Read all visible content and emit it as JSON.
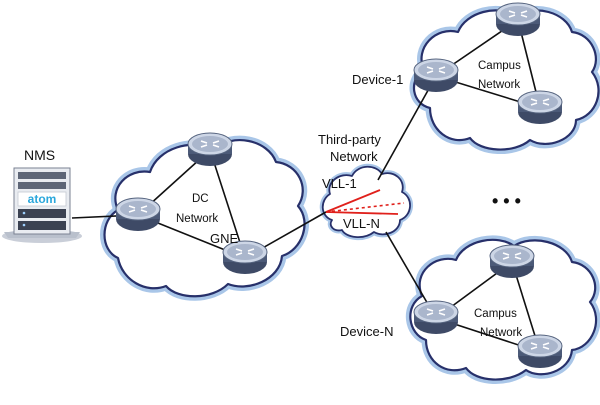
{
  "diagram": {
    "nodes": {
      "nms": {
        "label": "NMS",
        "logo_text": "atom",
        "icon": "server-rack-icon"
      },
      "dc_network": {
        "label_line1": "DC",
        "label_line2": "Network"
      },
      "gne": {
        "label": "GNE"
      },
      "third_party": {
        "label_line1": "Third-party",
        "label_line2": "Network"
      },
      "vll_first": {
        "label": "VLL-1"
      },
      "vll_last": {
        "label": "VLL-N"
      },
      "device_1": {
        "label": "Device-1"
      },
      "device_n": {
        "label": "Device-N"
      },
      "campus_top": {
        "label_line1": "Campus",
        "label_line2": "Network"
      },
      "campus_bottom": {
        "label_line1": "Campus",
        "label_line2": "Network"
      },
      "ellipsis": {
        "label": "• • •"
      }
    },
    "colors": {
      "cloud_fill": "#ffffff",
      "cloud_stroke": "#27306a",
      "cloud_glow": "#a9c6e8",
      "router_body": "#4c5a78",
      "router_top": "#c9d3e4",
      "link": "#111111",
      "vll_link": "#e0201b",
      "logo_text": "#2aa7dc"
    },
    "icons": [
      "router-icon",
      "cloud-icon",
      "server-rack-icon"
    ]
  }
}
